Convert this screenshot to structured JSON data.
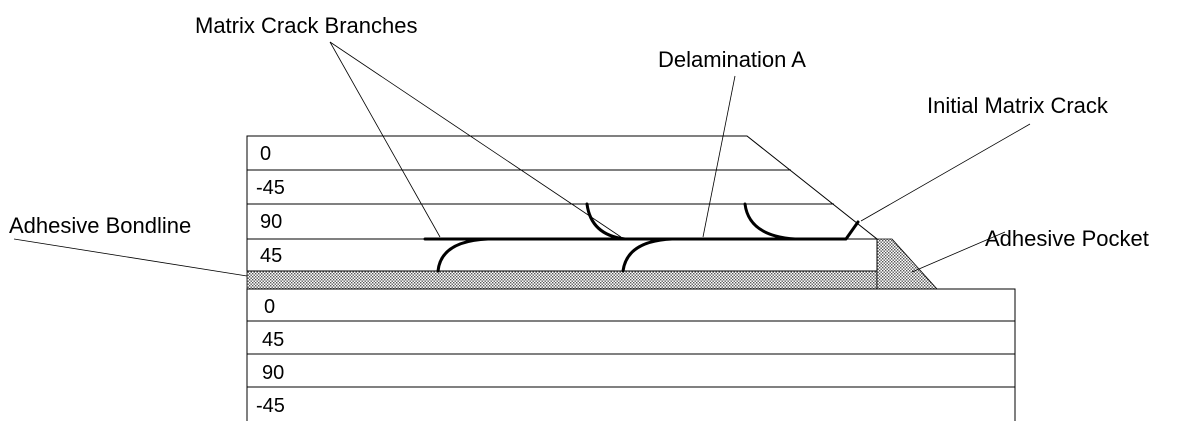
{
  "labels": {
    "matrix_crack_branches": "Matrix Crack Branches",
    "delamination_a": "Delamination A",
    "initial_matrix_crack": "Initial Matrix Crack",
    "adhesive_bondline": "Adhesive Bondline",
    "adhesive_pocket": "Adhesive Pocket"
  },
  "upper_laminate": {
    "plies": [
      "0",
      "-45",
      "90",
      "45"
    ]
  },
  "lower_laminate": {
    "plies": [
      "0",
      "45",
      "90",
      "-45"
    ]
  },
  "colors": {
    "line": "#000000",
    "adhesive_dots": "#555555",
    "background": "#ffffff"
  }
}
